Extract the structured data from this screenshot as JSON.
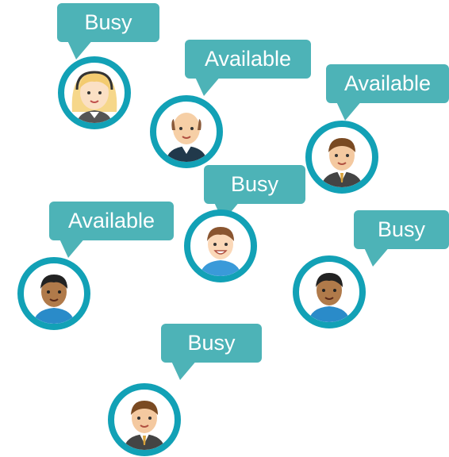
{
  "theme": {
    "bubble_color": "#4db3b7",
    "ring_color": "#12a1b6"
  },
  "people": [
    {
      "status": "Busy",
      "avatar": "woman-blonde-headset-icon"
    },
    {
      "status": "Available",
      "avatar": "man-bald-suit-icon"
    },
    {
      "status": "Available",
      "avatar": "man-brown-hair-suit-icon"
    },
    {
      "status": "Busy",
      "avatar": "man-blue-shirt-smile-icon"
    },
    {
      "status": "Available",
      "avatar": "man-dark-skin-blue-shirt-icon"
    },
    {
      "status": "Busy",
      "avatar": "man-dark-skin-blue-shirt-icon"
    },
    {
      "status": "Busy",
      "avatar": "man-brown-hair-suit-icon"
    }
  ]
}
